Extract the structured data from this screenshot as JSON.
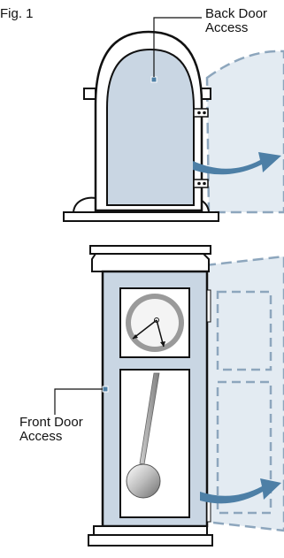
{
  "figure": {
    "label": "Fig. 1"
  },
  "labels": {
    "back": {
      "line1": "Back Door",
      "line2": "Access"
    },
    "front": {
      "line1": "Front Door",
      "line2": "Access"
    }
  },
  "colors": {
    "outline": "#111111",
    "door_fill": "#c9d6e3",
    "door_ghost_fill": "#e3ebf2",
    "door_ghost_stroke": "#8da6bd",
    "arrow": "#4d7fa6",
    "dial": "#f4f4f4",
    "dial_ring": "#9a9a9a"
  },
  "icons": [
    "back-door-marker-icon",
    "front-door-marker-icon",
    "open-door-arrow-icon"
  ]
}
